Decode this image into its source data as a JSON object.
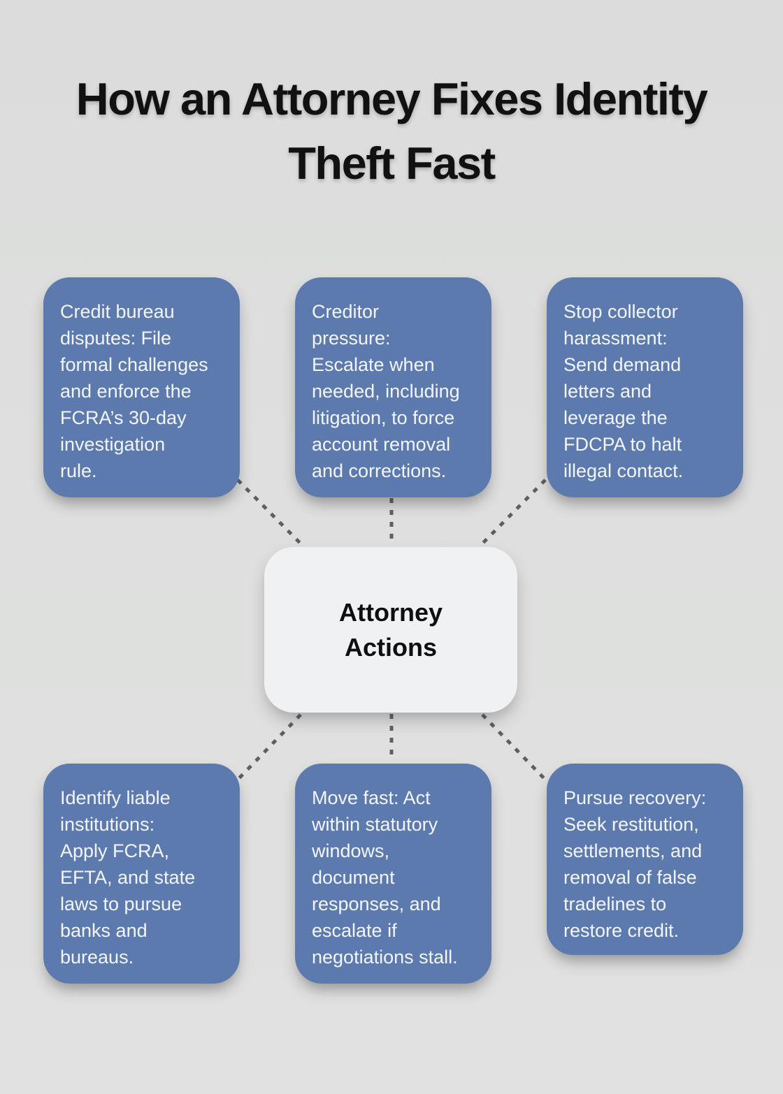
{
  "title": {
    "text": "How an Attorney Fixes Identity\nTheft Fast"
  },
  "center_node": {
    "label": "Attorney\nActions"
  },
  "nodes": [
    {
      "id": "credit-bureau-disputes",
      "text": "Credit bureau\ndisputes: File\nformal challenges\nand enforce the\nFCRA’s 30-day\ninvestigation\nrule."
    },
    {
      "id": "creditor-pressure",
      "text": "Creditor\npressure:\nEscalate when\nneeded, including\nlitigation, to force\naccount removal\nand corrections."
    },
    {
      "id": "stop-collector-harassment",
      "text": "Stop collector\nharassment:\nSend demand\nletters and\nleverage the\nFDCPA to halt\nillegal contact."
    },
    {
      "id": "identify-liable-institutions",
      "text": "Identify liable\ninstitutions:\nApply FCRA,\nEFTA, and state\nlaws to pursue\nbanks and\nbureaus."
    },
    {
      "id": "move-fast",
      "text": "Move fast: Act\nwithin statutory\nwindows,\ndocument\nresponses, and\nescalate if\nnegotiations stall."
    },
    {
      "id": "pursue-recovery",
      "text": "Pursue recovery:\nSeek restitution,\nsettlements, and\nremoval of false\ntradelines to\nrestore credit."
    }
  ],
  "colors": {
    "background": "#dedfde",
    "node_fill": "#5d7aae",
    "node_text": "#f3f6f9",
    "center_fill": "#eff1f2",
    "center_text": "#0f0f0f",
    "title_text": "#111111",
    "connector": "#5f5f5f"
  }
}
